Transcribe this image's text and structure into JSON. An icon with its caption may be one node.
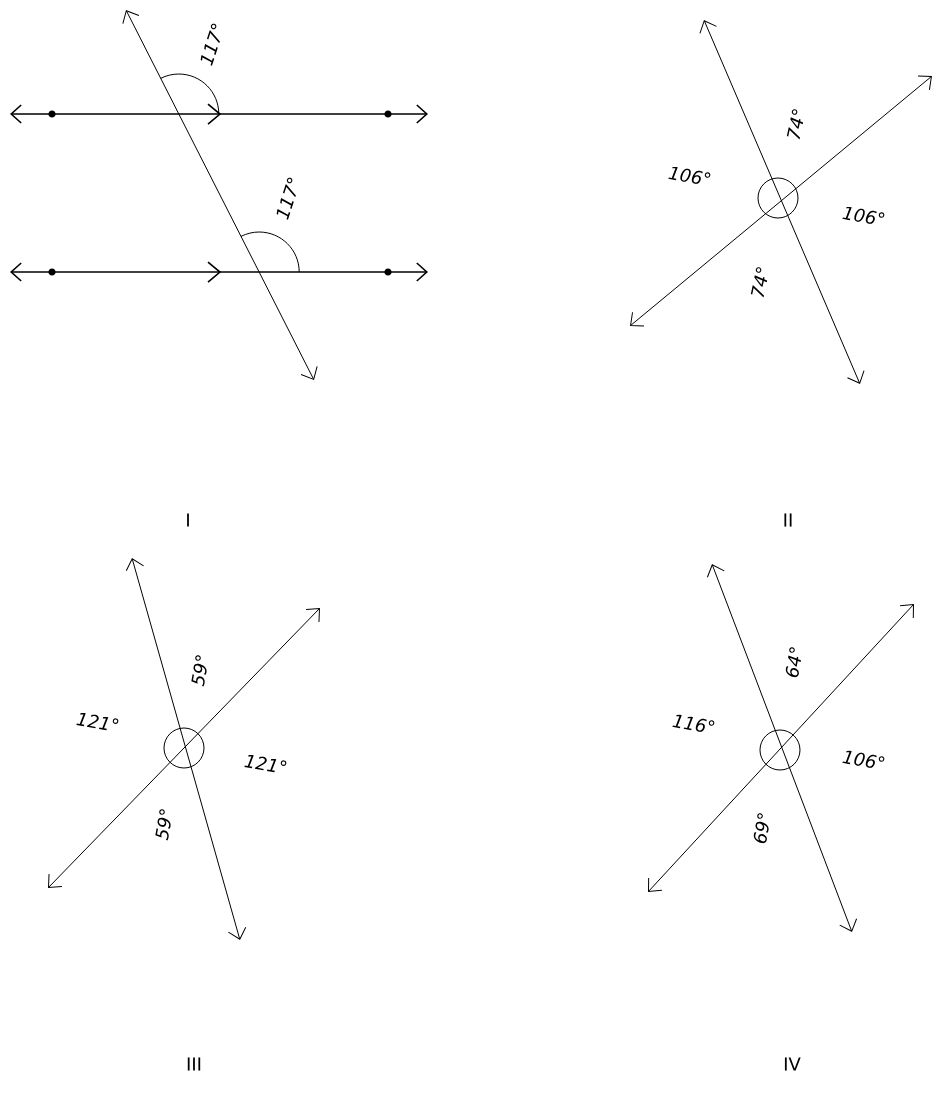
{
  "diagram": {
    "labels": [
      "117°",
      "117°",
      "I",
      "106°",
      "74°",
      "106°",
      "74°",
      "II",
      "121°",
      "59°",
      "121°",
      "59°",
      "III",
      "116°",
      "64°",
      "106°",
      "69°",
      "IV"
    ]
  }
}
